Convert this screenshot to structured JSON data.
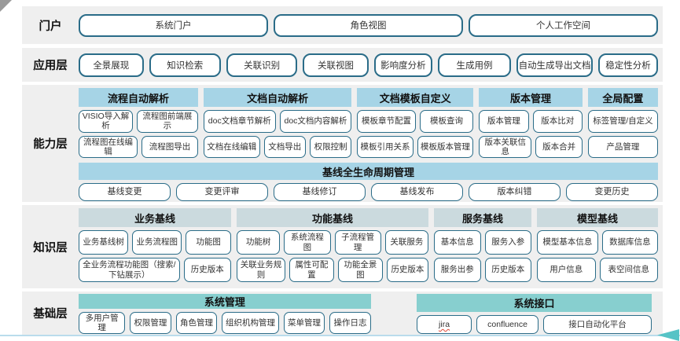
{
  "colors": {
    "band_bg": "#efefef",
    "header_blue": "#a6d4e6",
    "header_gray": "#cbdade",
    "header_teal": "#87cfcf",
    "chip_border": "#2a6c88",
    "chip_text": "#333333",
    "accent_line": "#badcec",
    "arrow_teal": "#56c3c6",
    "corner_gray": "#9a9a9a",
    "spellcheck_red": "#e04b3a"
  },
  "layers": {
    "portal": {
      "label": "门户",
      "buttons": [
        "系统门户",
        "角色视图",
        "个人工作空间"
      ]
    },
    "app": {
      "label": "应用层",
      "buttons": [
        "全景展现",
        "知识检索",
        "关联识别",
        "关联视图",
        "影响度分析",
        "生成用例",
        "自动生成导出文档",
        "稳定性分析"
      ]
    },
    "capability": {
      "label": "能力层",
      "groups": [
        {
          "title": "流程自动解析",
          "rows": [
            [
              "VISIO导入解析",
              "流程图前端展示"
            ],
            [
              "流程图在线编辑",
              "流程图导出"
            ]
          ]
        },
        {
          "title": "文档自动解析",
          "rows": [
            [
              "doc文档章节解析",
              "doc文档内容解析"
            ],
            [
              "文档在线编辑",
              "文档导出",
              "权限控制"
            ]
          ]
        },
        {
          "title": "文档模板自定义",
          "rows": [
            [
              "模板章节配置",
              "模板查询"
            ],
            [
              "模板引用关系",
              "模板版本管理"
            ]
          ]
        },
        {
          "title": "版本管理",
          "rows": [
            [
              "版本管理",
              "版本比对"
            ],
            [
              "版本关联信息",
              "版本合并"
            ]
          ]
        },
        {
          "title": "全局配置",
          "rows": [
            [
              "标签管理/自定义"
            ],
            [
              "产品管理"
            ]
          ]
        }
      ],
      "baseline": {
        "title": "基线全生命周期管理",
        "buttons": [
          "基线变更",
          "变更评审",
          "基线修订",
          "基线发布",
          "版本纠错",
          "变更历史"
        ]
      }
    },
    "knowledge": {
      "label": "知识层",
      "groups": [
        {
          "title": "业务基线",
          "rows": [
            [
              "业务基线树",
              "业务流程图",
              "功能图"
            ],
            [
              "全业务流程功能图（搜索/下钻展示）",
              "历史版本"
            ]
          ]
        },
        {
          "title": "功能基线",
          "rows": [
            [
              "功能树",
              "系统流程图",
              "子流程管理",
              "关联服务"
            ],
            [
              "关联业务规则",
              "属性可配置",
              "功能全景图",
              "历史版本"
            ]
          ]
        },
        {
          "title": "服务基线",
          "rows": [
            [
              "基本信息",
              "服务入参"
            ],
            [
              "服务出参",
              "历史版本"
            ]
          ]
        },
        {
          "title": "模型基线",
          "rows": [
            [
              "模型基本信息",
              "数据库信息"
            ],
            [
              "用户信息",
              "表空间信息"
            ]
          ]
        }
      ]
    },
    "foundation": {
      "label": "基础层",
      "groups": [
        {
          "title": "系统管理",
          "buttons": [
            "多用户管理",
            "权限管理",
            "角色管理",
            "组织机构管理",
            "菜单管理",
            "操作日志"
          ]
        },
        {
          "title": "系统接口",
          "buttons": [
            "jira",
            "confluence",
            "接口自动化平台"
          ]
        }
      ]
    }
  }
}
